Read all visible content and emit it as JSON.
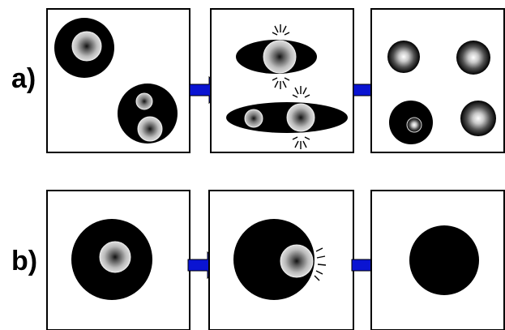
{
  "rows": [
    {
      "label": "a)",
      "stages": 3
    },
    {
      "label": "b)",
      "stages": 3
    }
  ],
  "colors": {
    "frame": "#000000",
    "panel_background": "#ffffff",
    "outer_body": "#000000",
    "inner_gradient_center": "#1a1a1a",
    "inner_gradient_edge": "#dcdcdc",
    "arrow": "#0a14d2",
    "arrow_outline": "#000000"
  },
  "icons": [
    "right-arrow-icon",
    "burst-lines-icon"
  ]
}
